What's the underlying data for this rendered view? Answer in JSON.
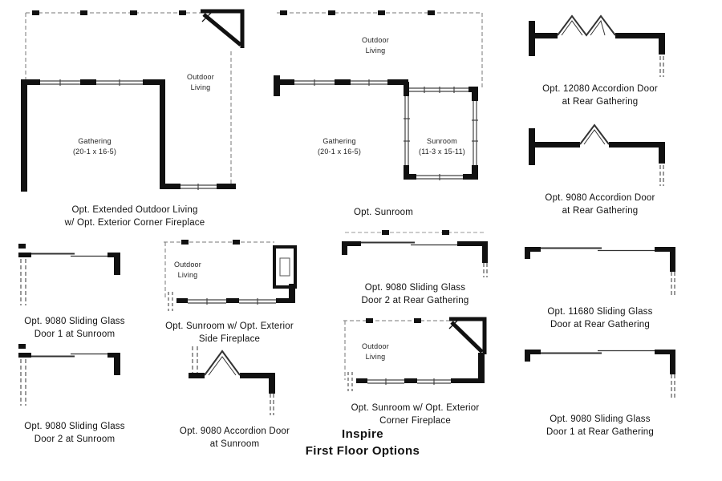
{
  "title": {
    "line1": "Inspire",
    "line2": "First Floor Options"
  },
  "room_labels": {
    "outdoor_living": "Outdoor\nLiving",
    "gathering": "Gathering\n(20-1 x 16-5)",
    "sunroom": "Sunroom\n(11-3 x 15-11)"
  },
  "plans": {
    "extended_outdoor_living": {
      "caption": "Opt. Extended Outdoor Living\nw/ Opt. Exterior Corner Fireplace"
    },
    "sunroom": {
      "caption": "Opt. Sunroom"
    },
    "accordion_12080": {
      "caption": "Opt. 12080 Accordion Door\nat Rear Gathering"
    },
    "accordion_9080_rear": {
      "caption": "Opt. 9080 Accordion Door\nat Rear Gathering"
    },
    "sgd1_sunroom": {
      "caption": "Opt. 9080 Sliding Glass\nDoor 1 at Sunroom"
    },
    "sunroom_side_fireplace": {
      "caption": "Opt. Sunroom w/ Opt. Exterior\nSide Fireplace"
    },
    "sgd2_rear": {
      "caption": "Opt. 9080 Sliding Glass\nDoor 2 at Rear Gathering"
    },
    "sgd_11680": {
      "caption": "Opt. 11680 Sliding Glass\nDoor at Rear Gathering"
    },
    "sgd2_sunroom": {
      "caption": "Opt. 9080 Sliding Glass\nDoor 2 at Sunroom"
    },
    "accordion_9080_sunroom": {
      "caption": "Opt. 9080 Accordion Door\nat Sunroom"
    },
    "sunroom_corner_fireplace": {
      "caption": "Opt. Sunroom w/ Opt. Exterior\nCorner Fireplace"
    },
    "sgd1_rear": {
      "caption": "Opt. 9080 Sliding Glass\nDoor 1 at Rear Gathering"
    }
  },
  "colors": {
    "wall": "#111111",
    "dashed_line": "#777777",
    "background": "#ffffff"
  }
}
